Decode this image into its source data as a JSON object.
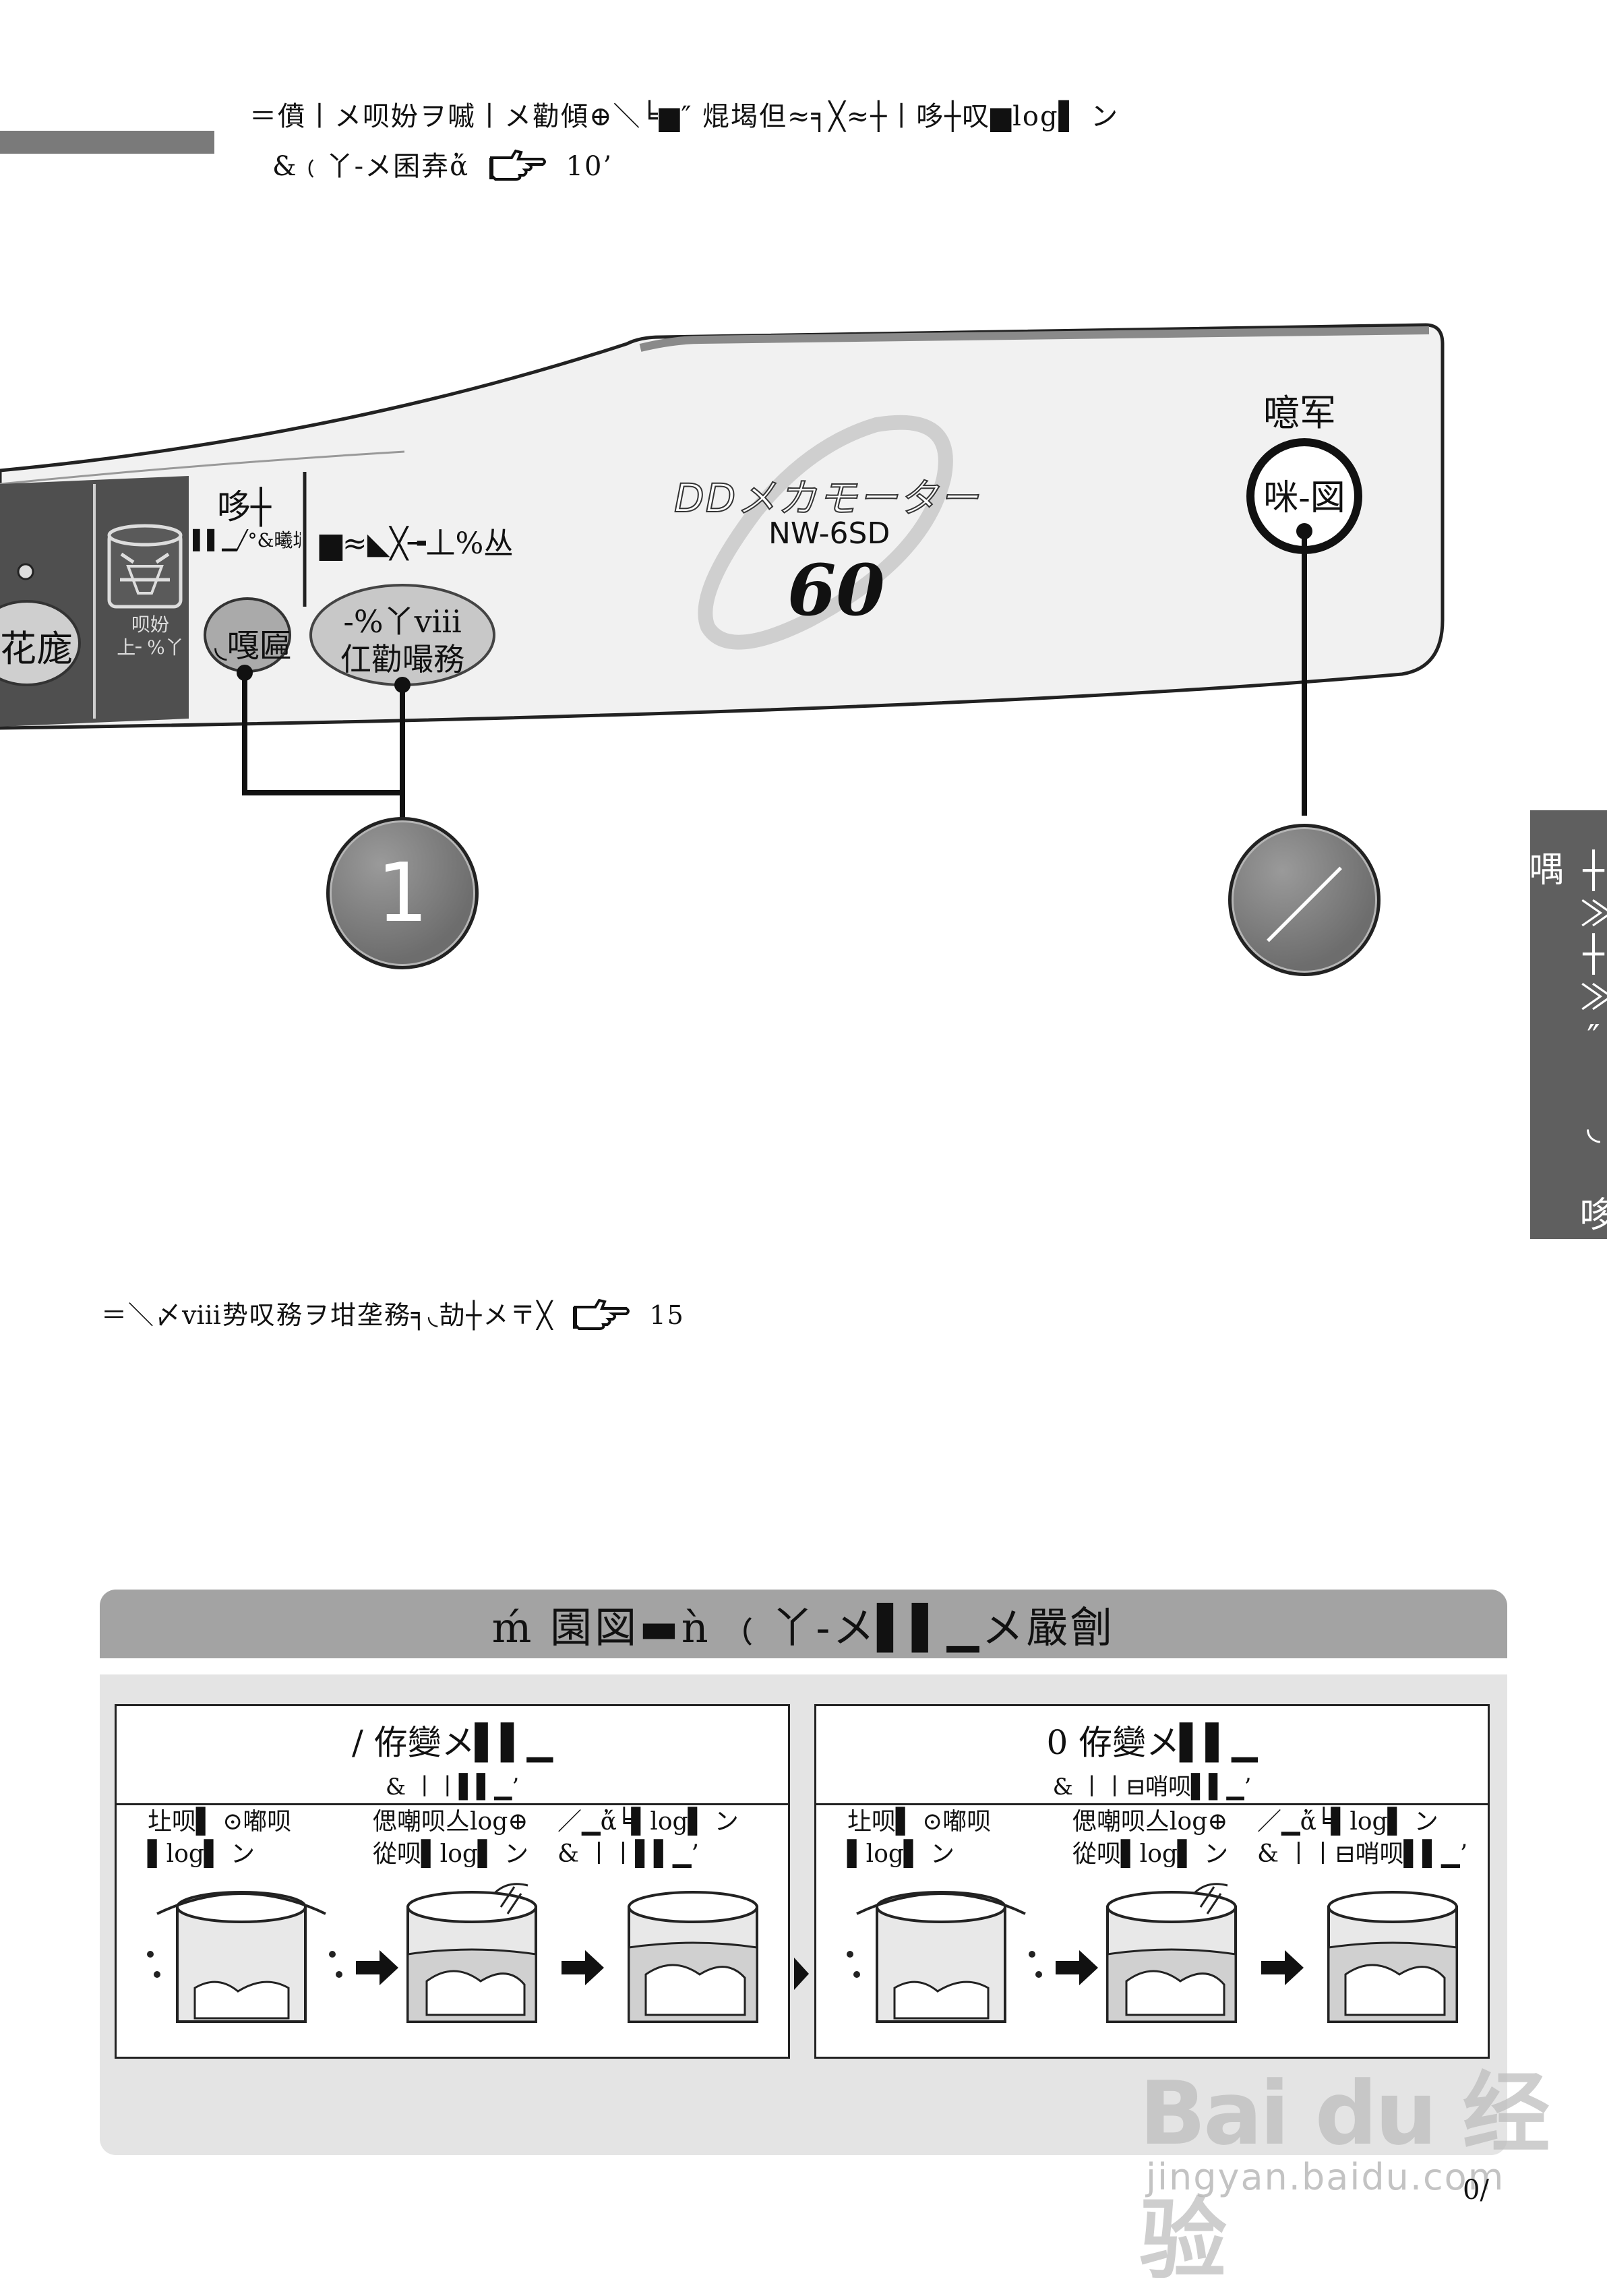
{
  "intro": {
    "line1": "＝僨丨メ呗妢ヲ嘁丨メ勸傾⊕＼╘▆″ 焜堨但≈╕╳≈┼丨哆┼叹▆log▌ ン",
    "line2": "&﹙丫-メ囷弆ἄ",
    "line2_ref": "10’"
  },
  "side_tab": {
    "label": "┼≫┼≫″ ◟ 哆喁"
  },
  "panel": {
    "left_button": "花庬",
    "left_small_label": "呗妢\n上╴%丫",
    "mid_label_top": "哆┼",
    "mid_label_sub": "▌▌▁╱°&曦塴'",
    "mid_button": "◟嘎匾",
    "right_label": "▆≈◣╳╼丄%丛",
    "oval_line1": "-%丫ⅷ",
    "oval_line2": "仜勸嘬務",
    "logo_line1": "DDメカモーター",
    "logo_line2": "NW-6SD",
    "logo_line3": "60",
    "power_label": "噫军",
    "power_button": "咪-図"
  },
  "callouts": {
    "left": "1",
    "right": "／"
  },
  "ref_line": {
    "text": "＝＼〆ⅷ势叹務ヲ坩垄務╕◟劼┼メ〒╳",
    "page": "15"
  },
  "box": {
    "title": "ḿ 園図▬ǹ ﹙丫-メ▌▌▁メ嚴劊",
    "panel_a": {
      "head1": "/ 侟變メ▌▌▁",
      "head2": "& 丨丨▌▌▁’",
      "step1_l1": "圵呗▌ ⊙嘟呗",
      "step1_l2": "▌log▌ ン",
      "step2_l1": "偲嘲呗亼log⊕",
      "step2_l2": "從呗▌log▌ ン",
      "step3_l1": "／▁ἄ╘▌log▌ ン",
      "step3_l2": "& 丨丨▌▌▁’"
    },
    "panel_b": {
      "head1": "0 侟變メ▌▌▁",
      "head2": "& 丨丨⊟哨呗▌▌▁’",
      "step1_l1": "圵呗▌ ⊙嘟呗",
      "step1_l2": "▌log▌ ン",
      "step2_l1": "偲嘲呗亼log⊕",
      "step2_l2": "從呗▌log▌ ン",
      "step3_l1": "／▁ἄ╘▌log▌ ン",
      "step3_l2": "& 丨丨⊟哨呗▌▌▁’"
    }
  },
  "watermark": {
    "line1": "Bai du 经验",
    "line2": "jingyan.baidu.com"
  },
  "page_number": "0/"
}
